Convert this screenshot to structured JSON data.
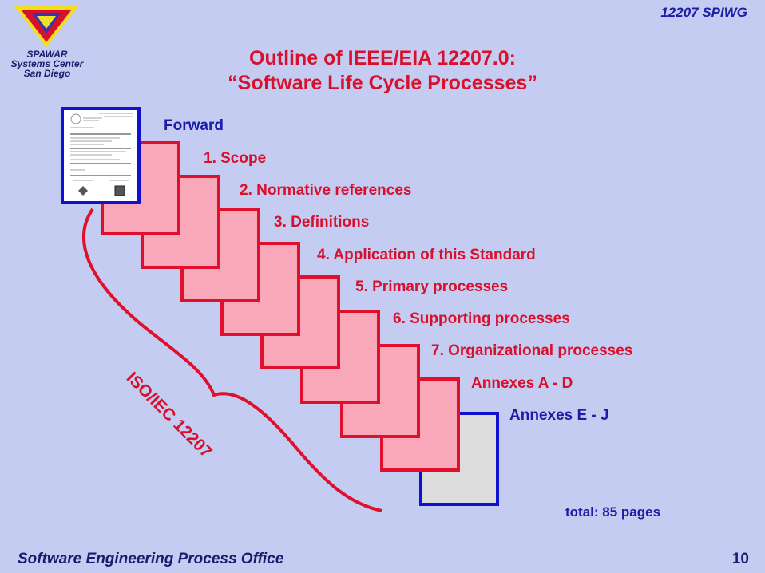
{
  "header": {
    "right_label": "12207 SPIWG",
    "org_lines": [
      "SPAWAR",
      "Systems Center",
      "San Diego"
    ]
  },
  "title": {
    "line1": "Outline of IEEE/EIA 12207.0:",
    "line2": "“Software Life Cycle Processes”"
  },
  "sections": [
    "Forward",
    "1. Scope",
    "2. Normative references",
    "3. Definitions",
    "4. Application of this Standard",
    "5. Primary processes",
    "6. Supporting processes",
    "7. Organizational processes",
    "Annexes A - D",
    "Annexes E - J"
  ],
  "brace_label": "ISO/IEC 12207",
  "total": "total: 85 pages",
  "footer": {
    "left": "Software Engineering Process Office",
    "page_number": "10"
  },
  "colors": {
    "background": "#c4ccf2",
    "accent_red": "#d8102c",
    "accent_blue": "#1c1ca8",
    "page_fill_red": "#f8a8b8",
    "page_fill_gray": "#dcdcdc"
  }
}
